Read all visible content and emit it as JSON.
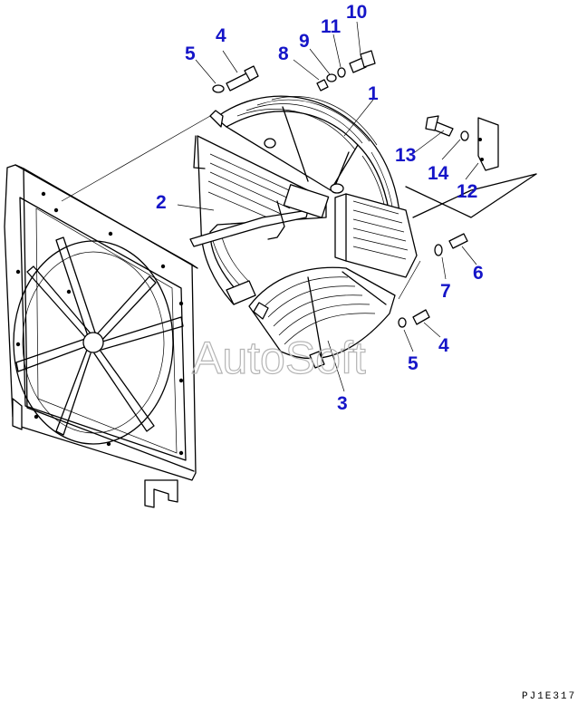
{
  "callouts": {
    "c1": "1",
    "c2": "2",
    "c3": "3",
    "c4a": "4",
    "c4b": "4",
    "c5a": "5",
    "c5b": "5",
    "c6": "6",
    "c7": "7",
    "c8": "8",
    "c9": "9",
    "c10": "10",
    "c11": "11",
    "c12": "12",
    "c13": "13",
    "c14": "14"
  },
  "watermark": "AutoSoft",
  "drawing_code": "PJ1E317",
  "colors": {
    "callout": "#1515c8",
    "line": "#000000",
    "watermark": "#b5b5b5"
  }
}
